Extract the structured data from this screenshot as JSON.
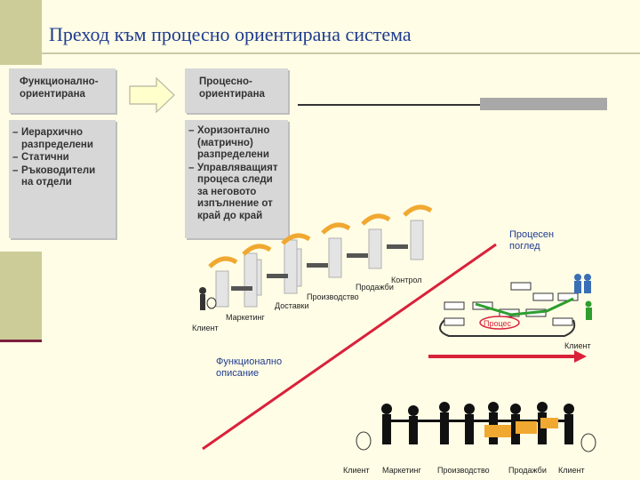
{
  "title": "Преход към процесно ориентирана система",
  "left_panel": {
    "heading": "Функционално-\nориентирана",
    "items": [
      "Иерархично\nразпределени",
      "Статични",
      "Ръководители\nна отдели"
    ]
  },
  "right_panel": {
    "heading": "Процесно-\nориентирана",
    "items": [
      "Хоризонтално\n(матрично)\nразпределени",
      "Управляващият\nпроцеса следи\nза неговото\nизпълнение от\nкрай до край"
    ]
  },
  "process_view": "Процесен\nпоглед",
  "functional_view": "Функционално\nописание",
  "top_chain_labels": [
    "Клиент",
    "Маркетинг",
    "Доставки",
    "Производство",
    "Продажби",
    "Контрол"
  ],
  "process_diagram_client": "Клиент",
  "process_diagram_center": "Процес",
  "bottom_labels": [
    "Клиент",
    "Маркетинг",
    "Производство",
    "Продажби",
    "Клиент"
  ],
  "colors": {
    "accent_red": "#d9213a",
    "green": "#2e9e2e",
    "title_blue": "#1f3b8f",
    "sidebar": "#cccc99"
  }
}
